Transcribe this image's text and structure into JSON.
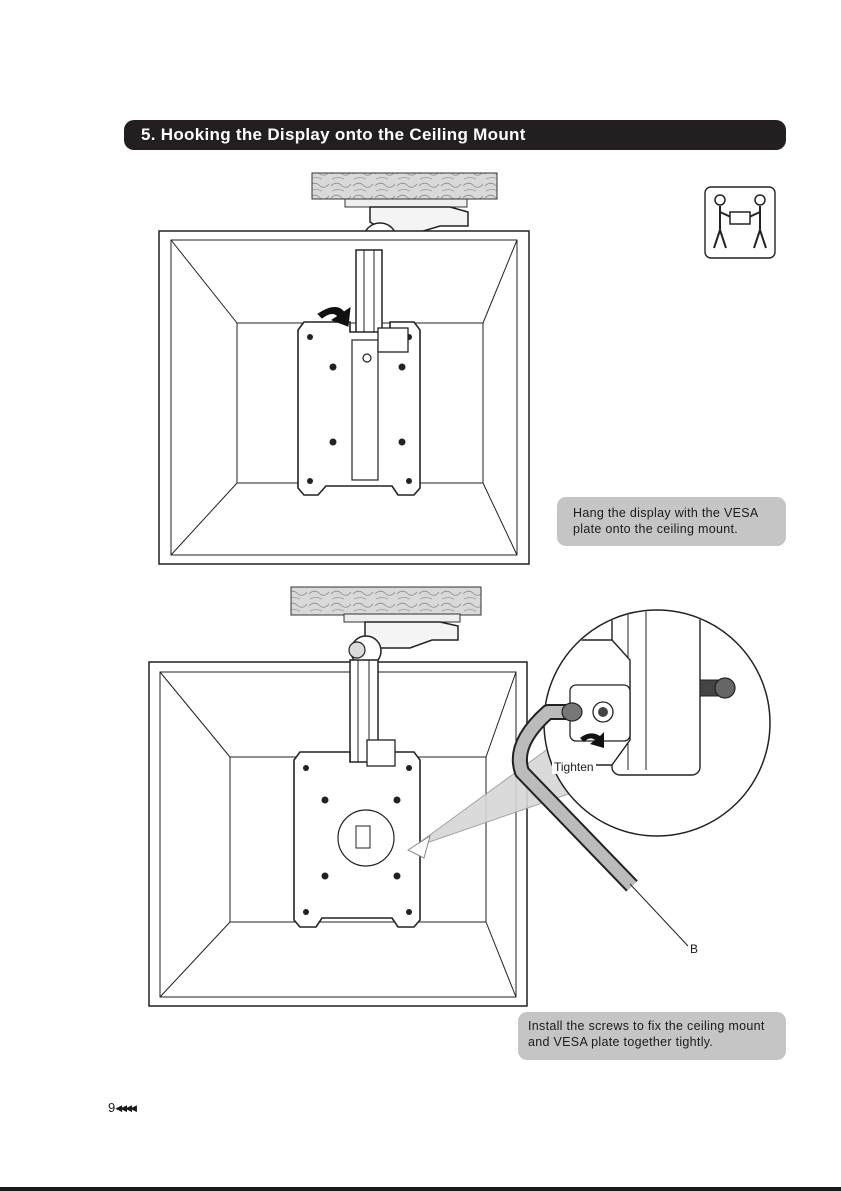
{
  "section": {
    "title": "5. Hooking the Display onto the Ceiling Mount"
  },
  "step1": {
    "caption": "Hang the display with the VESA plate onto the ceiling mount."
  },
  "step2": {
    "caption": "Install the screws to fix the ceiling mount and VESA plate together tightly.",
    "tighten_label": "Tighten",
    "part_label": "B"
  },
  "icons": {
    "two_person": "two-person-lift-icon",
    "arrow": "curved-arrow-icon",
    "hex_key": "hex-key-icon"
  },
  "footer": {
    "page_number": "9",
    "page_glyph": "◀◀◀◀"
  }
}
